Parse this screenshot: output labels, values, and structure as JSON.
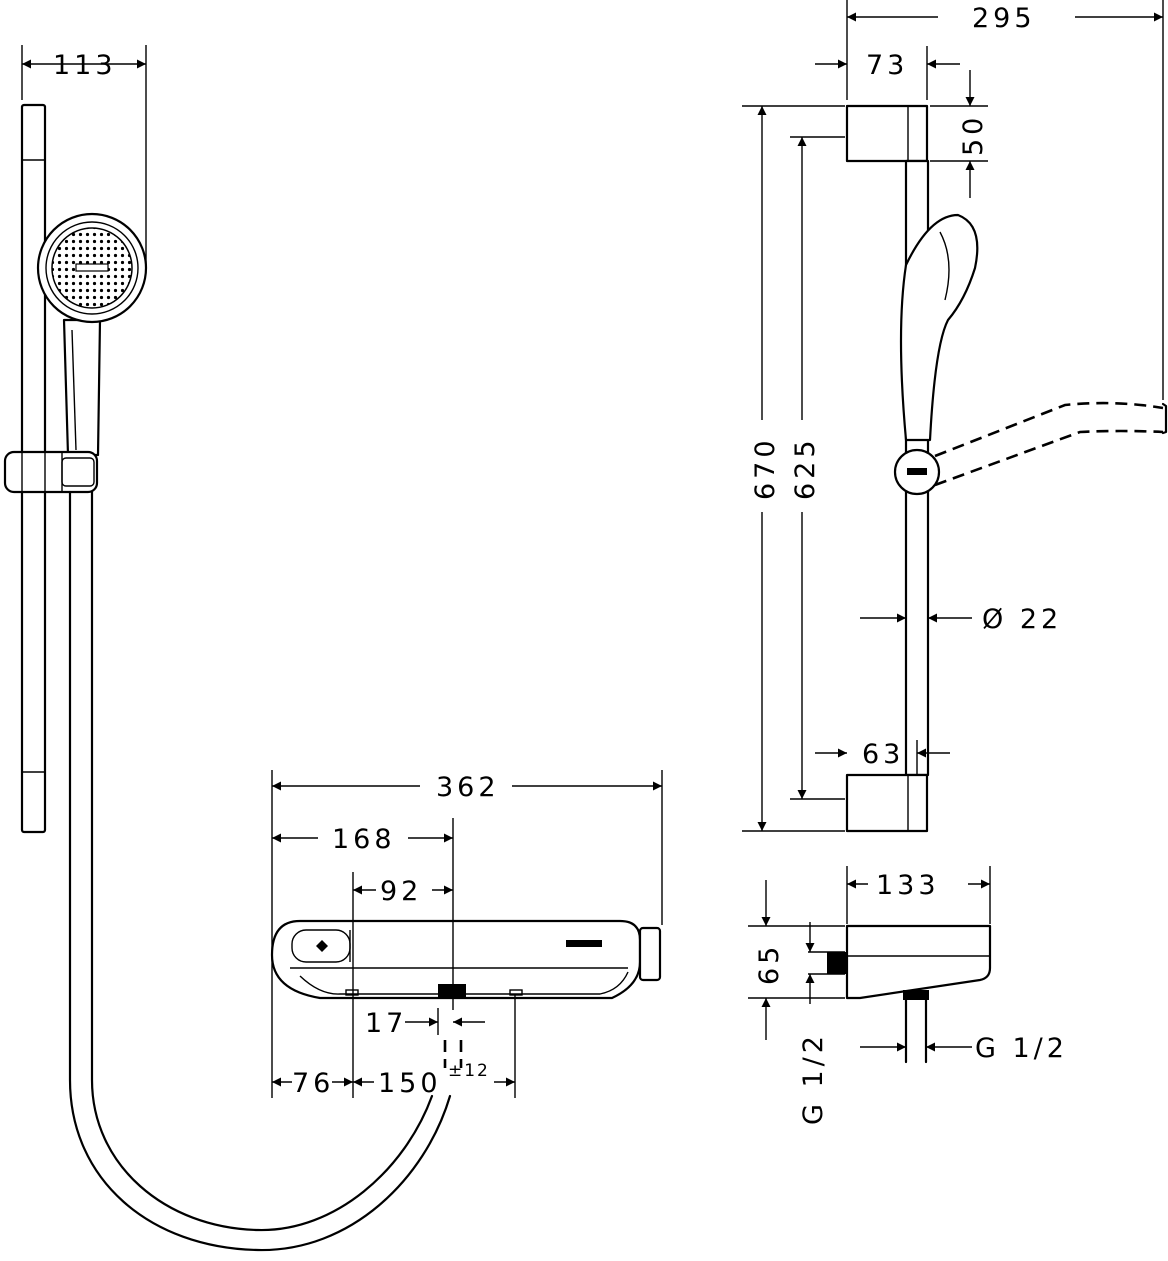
{
  "dimensions": {
    "d113": "113",
    "d295": "295",
    "d73": "73",
    "d50": "50",
    "d670": "670",
    "d625": "625",
    "d22": "Ø  22",
    "d63": "63",
    "d362": "362",
    "d168": "168",
    "d92": "92",
    "d17": "17",
    "d76": "76",
    "d150": "150",
    "d12": "±12",
    "d133": "133",
    "d65": "65",
    "dG12v": "G 1/2",
    "dG12h": "G 1/2"
  }
}
